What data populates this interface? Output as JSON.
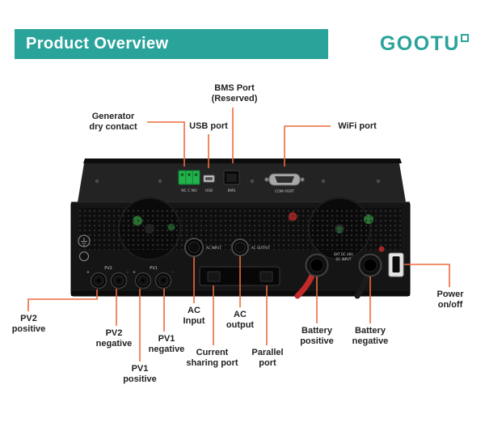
{
  "header": {
    "title": "Product Overview",
    "brand": "GOOTU"
  },
  "colors": {
    "accent": "#2aa39b",
    "line": "#ee6b3b"
  },
  "device_labels": {
    "terminal": "NC C NO",
    "usb": "USB",
    "bms": "BMS",
    "com": "COM PORT",
    "pv2": "PV2",
    "pv1": "PV1",
    "plus": "+",
    "minus": "-",
    "ac_input": "AC INPUT",
    "ac_output": "AC OUTPUT",
    "battery1": "BAT DC 48V",
    "battery2": "DC INPUT"
  },
  "callouts": {
    "bms": "BMS Port\n(Reserved)",
    "generator": "Generator\ndry contact",
    "usb": "USB port",
    "wifi": "WiFi port",
    "pv2_positive": "PV2\npositive",
    "pv2_negative": "PV2\nnegative",
    "pv1_negative": "PV1\nnegative",
    "pv1_positive": "PV1\npositive",
    "ac_input": "AC\nInput",
    "ac_output": "AC\noutput",
    "current_sharing": "Current\nsharing port",
    "parallel": "Parallel\nport",
    "battery_positive": "Battery\npositive",
    "battery_negative": "Battery\nnegative",
    "power": "Power\non/off"
  }
}
